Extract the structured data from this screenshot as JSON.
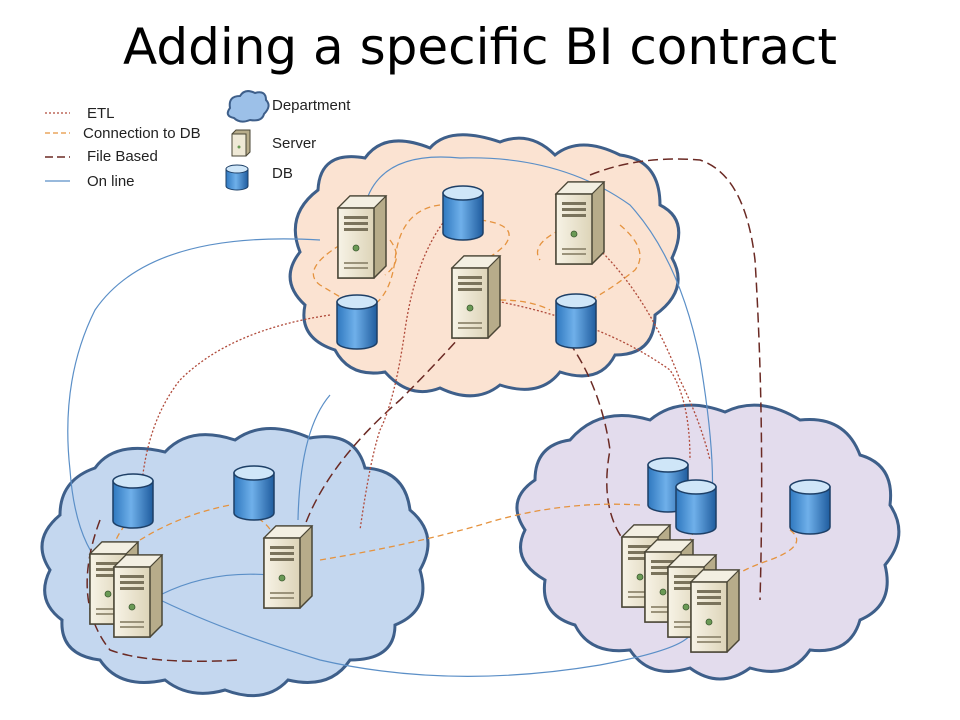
{
  "title": "Adding a specific BI contract",
  "legend": {
    "lines": [
      {
        "label": "ETL",
        "color": "#b04a3a",
        "style": "dotted"
      },
      {
        "label": "Connection to DB",
        "color": "#e5933f",
        "style": "dashed"
      },
      {
        "label": "File Based",
        "color": "#6b2a24",
        "style": "long-dash"
      },
      {
        "label": "On line",
        "color": "#5b8fc7",
        "style": "solid"
      }
    ],
    "symbols": [
      {
        "label": "Department",
        "icon": "cloud-icon"
      },
      {
        "label": "Server",
        "icon": "server-icon"
      },
      {
        "label": "DB",
        "icon": "database-icon"
      }
    ]
  },
  "clouds": [
    {
      "name": "top-department",
      "fill": "#fbe3d2",
      "stroke": "#3e5f8a"
    },
    {
      "name": "left-department",
      "fill": "#c4d7ef",
      "stroke": "#3e5f8a"
    },
    {
      "name": "right-department",
      "fill": "#e3dced",
      "stroke": "#3e5f8a"
    }
  ],
  "colors": {
    "db_fill": "#3c8ad0",
    "db_top": "#cfe6f8",
    "server_body": "#efe9d6",
    "server_side": "#b7ac8a"
  }
}
